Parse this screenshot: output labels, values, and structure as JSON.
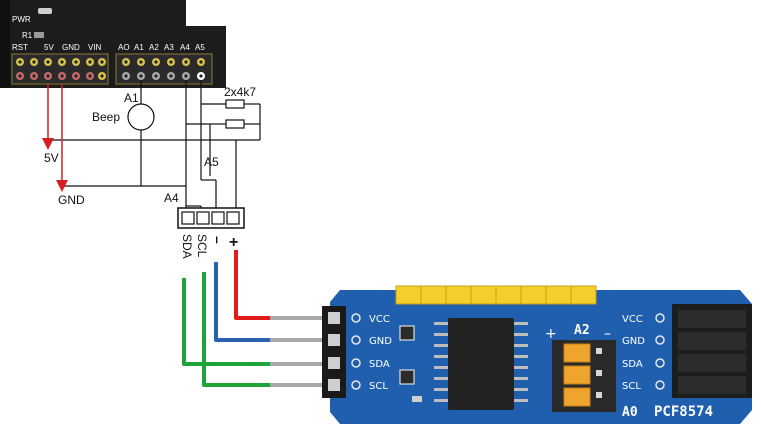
{
  "arduino": {
    "pwr_label": "PWR",
    "r1_label": "R1",
    "power_pins": [
      "RST",
      "5V",
      "GND",
      "VIN"
    ],
    "analog_pins": [
      "AO",
      "A1",
      "A2",
      "A3",
      "A4",
      "A5"
    ]
  },
  "schematic": {
    "buzzer_pin": "A1",
    "buzzer_label": "Beep",
    "pullup_label": "2x4k7",
    "rail_5v": "5V",
    "rail_gnd": "GND",
    "wire_a5": "A5",
    "wire_a4": "A4",
    "connector_pins": [
      "SDA",
      "SCL",
      "–",
      "+"
    ]
  },
  "module": {
    "left_pins": [
      "VCC",
      "GND",
      "SDA",
      "SCL"
    ],
    "right_pins": [
      "VCC",
      "GND",
      "SDA",
      "SCL"
    ],
    "jumper_label_a2": "A2",
    "jumper_label_a0": "A0",
    "jumper_plus": "+",
    "jumper_minus": "–",
    "chip_name": "PCF8574"
  },
  "colors": {
    "board_blue": "#1f5fae",
    "wire_red": "#e01b1b",
    "wire_blue": "#2a62b0",
    "wire_green": "#1fa33a",
    "header_yellow": "#f2cf2a",
    "jumper_orange": "#f0a430"
  }
}
